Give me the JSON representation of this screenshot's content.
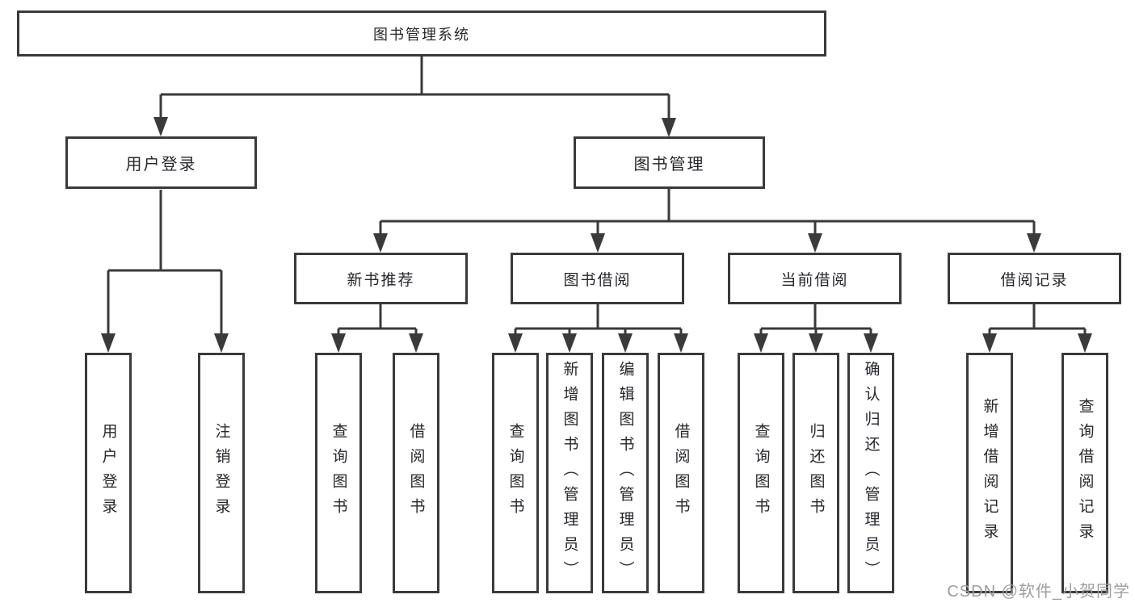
{
  "tree": {
    "label": "图书管理系统",
    "children": [
      {
        "label": "用户登录",
        "children": [
          {
            "label": "用户登录"
          },
          {
            "label": "注销登录"
          }
        ]
      },
      {
        "label": "图书管理",
        "children": [
          {
            "label": "新书推荐",
            "children": [
              {
                "label": "查询图书"
              },
              {
                "label": "借阅图书"
              }
            ]
          },
          {
            "label": "图书借阅",
            "children": [
              {
                "label": "查询图书"
              },
              {
                "label": "新增图书（管理员）"
              },
              {
                "label": "编辑图书（管理员）"
              },
              {
                "label": "借阅图书"
              }
            ]
          },
          {
            "label": "当前借阅",
            "children": [
              {
                "label": "查询图书"
              },
              {
                "label": "归还图书"
              },
              {
                "label": "确认归还（管理员）"
              }
            ]
          },
          {
            "label": "借阅记录",
            "children": [
              {
                "label": "新增借阅记录"
              },
              {
                "label": "查询借阅记录"
              }
            ]
          }
        ]
      }
    ]
  },
  "watermark": {
    "text": "CSDN @软件_小贺同学"
  },
  "colors": {
    "line": "#3a3a3a",
    "box_border": "#3a3a3a",
    "text": "#26272c",
    "watermark": "#9e9e9e",
    "background": "#ffffff"
  }
}
